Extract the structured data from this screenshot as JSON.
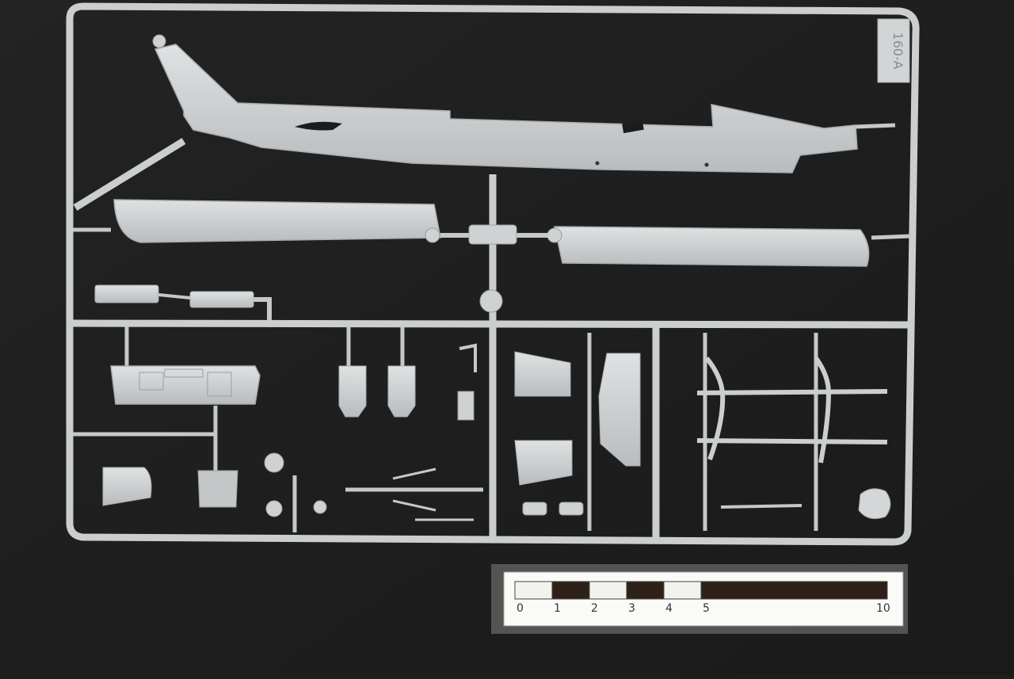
{
  "photo": {
    "background_color": "#1e1e1e",
    "plastic_color": "#cfd2d3",
    "sprue_code": "160-A"
  },
  "scale_bar": {
    "labels": [
      "0",
      "1",
      "2",
      "3",
      "4",
      "5",
      "10"
    ],
    "dark_color": "#2e2218",
    "light_color": "#f2f2ee"
  }
}
